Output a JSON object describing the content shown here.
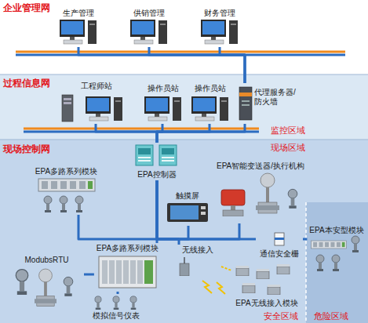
{
  "diagram": {
    "nodes": [
      {
        "text": [
          "企业管理网"
        ]
      },
      {
        "text": [
          "生产管理"
        ],
        "in": 0
      },
      {
        "text": [
          "供销管理"
        ],
        "in": 0
      },
      {
        "text": [
          "财务管理"
        ],
        "in": 0
      },
      {
        "text": [
          "过程信息网"
        ]
      },
      {
        "text": [
          "工程师站"
        ],
        "in": 4
      },
      {
        "text": [
          "操作员站"
        ],
        "in": 4
      },
      {
        "text": [
          "操作员站"
        ],
        "in": 4
      },
      {
        "text": [
          "代理服务器/ 防火墙"
        ],
        "in": 4
      },
      {
        "text": [
          "现场控制网"
        ]
      },
      {
        "text": [
          "EPA控制器"
        ],
        "in": 9
      },
      {
        "text": [
          "EPA多路系列模块"
        ],
        "in": 9
      },
      {
        "text": [
          "触摸屏"
        ],
        "in": 9
      },
      {
        "text": [
          "EPA智能变送器/执行机构"
        ],
        "in": 9
      },
      {
        "text": [
          "EPA本安型模块"
        ],
        "in": 9
      },
      {
        "text": [
          "ModubsRTU"
        ],
        "in": 9
      },
      {
        "text": [
          "EPA多路系列模块"
        ],
        "in": 9
      },
      {
        "text": [
          "无线接入"
        ],
        "in": 9
      },
      {
        "text": [
          "EPA无线接入模块"
        ],
        "in": 9
      },
      {
        "text": [
          "模拟信号仪表"
        ],
        "in": 9
      },
      {
        "text": [
          "通信安全栅"
        ],
        "in": 9
      }
    ],
    "edges": [
      {
        "from": 1,
        "to": 8,
        "arrow": "none"
      },
      {
        "from": 2,
        "to": 8,
        "arrow": "none"
      },
      {
        "from": 3,
        "to": 8,
        "arrow": "none"
      },
      {
        "from": 5,
        "to": 10,
        "arrow": "none"
      },
      {
        "from": 6,
        "to": 10,
        "arrow": "none"
      },
      {
        "from": 7,
        "to": 10,
        "arrow": "none"
      },
      {
        "from": 8,
        "to": 10,
        "arrow": "none"
      },
      {
        "from": 10,
        "to": 11,
        "arrow": "none"
      },
      {
        "from": 10,
        "to": 12,
        "arrow": "none"
      },
      {
        "from": 10,
        "to": 13,
        "arrow": "none"
      },
      {
        "from": 10,
        "to": 16,
        "arrow": "none"
      },
      {
        "from": 10,
        "to": 17,
        "arrow": "none"
      },
      {
        "from": 10,
        "to": 20,
        "arrow": "none"
      },
      {
        "from": 20,
        "to": 14,
        "arrow": "none"
      },
      {
        "from": 16,
        "to": 15,
        "arrow": "none"
      },
      {
        "from": 16,
        "to": 19,
        "arrow": "none"
      },
      {
        "from": 17,
        "to": 18,
        "arrow": "none"
      }
    ],
    "labels": [
      "监控区域",
      "现场区域",
      "安全区域",
      "危险区域"
    ]
  }
}
